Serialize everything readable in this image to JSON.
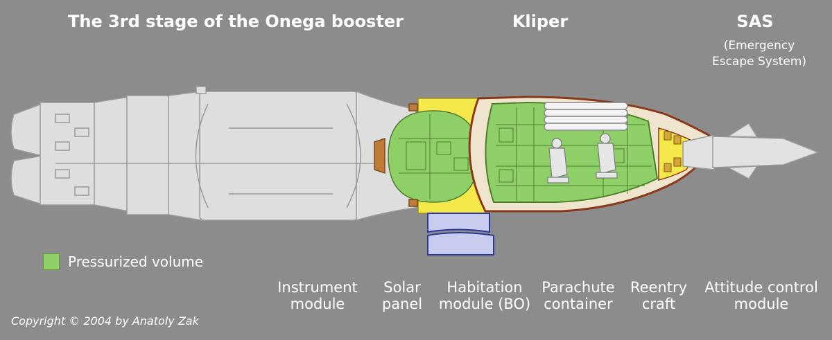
{
  "titles": {
    "booster": "The 3rd stage of the Onega booster",
    "kliper": "Kliper",
    "sas": "SAS",
    "sas_sub_1": "(Emergency",
    "sas_sub_2": "Escape System)"
  },
  "legend": {
    "label": "Pressurized volume",
    "color": "#8fcf68"
  },
  "components": [
    {
      "line1": "Instrument",
      "line2": "module"
    },
    {
      "line1": "Solar",
      "line2": "panel"
    },
    {
      "line1": "Habitation",
      "line2": "module (BO)"
    },
    {
      "line1": "Parachute",
      "line2": "container"
    },
    {
      "line1": "Reentry",
      "line2": "craft"
    },
    {
      "line1": "Attitude control",
      "line2": "module"
    }
  ],
  "copyright": "Copyright © 2004 by Anatoly Zak",
  "colors": {
    "background": "#8c8c8c",
    "booster": "#dcdcdc",
    "pressurized": "#8fcf68",
    "instrument": "#f5e84a",
    "hull": "#8a3a1a",
    "solar": "#c8cdf0"
  }
}
